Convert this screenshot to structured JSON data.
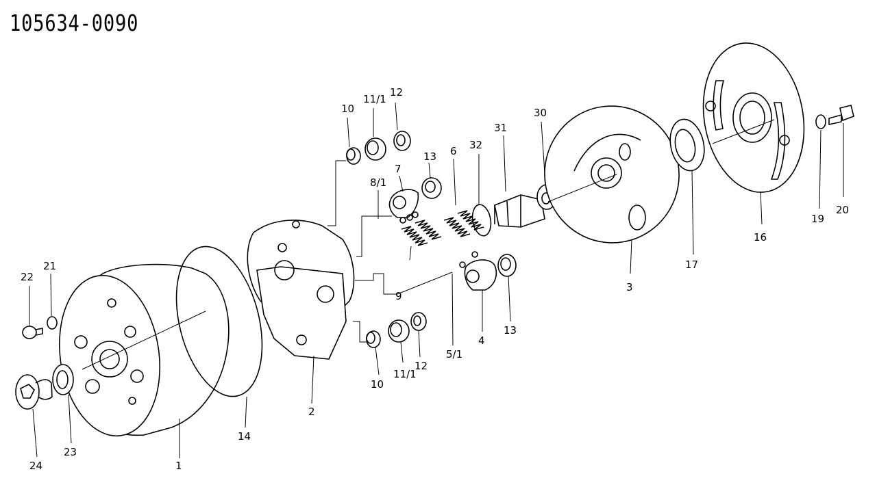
{
  "diagram": {
    "title": "105634-0090",
    "labels": {
      "p1": "1",
      "p2": "2",
      "p3": "3",
      "p4": "4",
      "p5_1": "5/1",
      "p6": "6",
      "p7": "7",
      "p8_1": "8/1",
      "p9": "9",
      "p10_top": "10",
      "p10_bottom": "10",
      "p11_1_top": "11/1",
      "p11_1_bottom": "11/1",
      "p12_top": "12",
      "p12_bottom": "12",
      "p13_top": "13",
      "p13_bottom": "13",
      "p14": "14",
      "p16": "16",
      "p17": "17",
      "p19": "19",
      "p20": "20",
      "p21": "21",
      "p22": "22",
      "p23": "23",
      "p24": "24",
      "p30": "30",
      "p31": "31",
      "p32": "32"
    }
  }
}
